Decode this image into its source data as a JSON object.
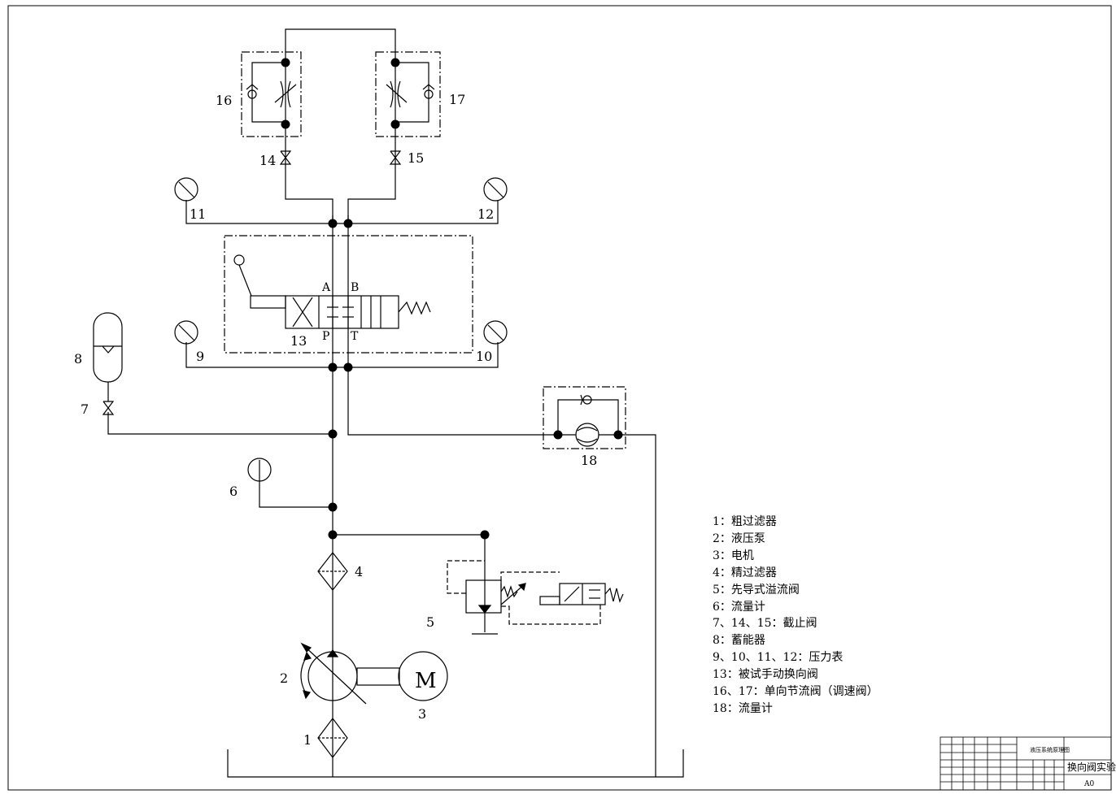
{
  "labels": {
    "c1": "1",
    "c2": "2",
    "c3": "3",
    "c4": "4",
    "c5": "5",
    "c6": "6",
    "c7": "7",
    "c8": "8",
    "c9": "9",
    "c10": "10",
    "c11": "11",
    "c12": "12",
    "c13": "13",
    "c14": "14",
    "c15": "15",
    "c16": "16",
    "c17": "17",
    "c18": "18",
    "port_a": "A",
    "port_b": "B",
    "port_p": "P",
    "port_t": "T",
    "motor": "M"
  },
  "legend": [
    "1：粗过滤器",
    "2：液压泵",
    "3：电机",
    "4：精过滤器",
    "5：先导式溢流阀",
    "6：流量计",
    "7、14、15：截止阀",
    "8：蓄能器",
    "9、10、11、12：压力表",
    "13：被试手动换向阀",
    "16、17：单向节流阀（调速阀）",
    "18：流量计"
  ],
  "title_block": {
    "drawing_name": "液压系统原理图",
    "part_name": "换向阀实验",
    "sheet_size": "A0"
  }
}
